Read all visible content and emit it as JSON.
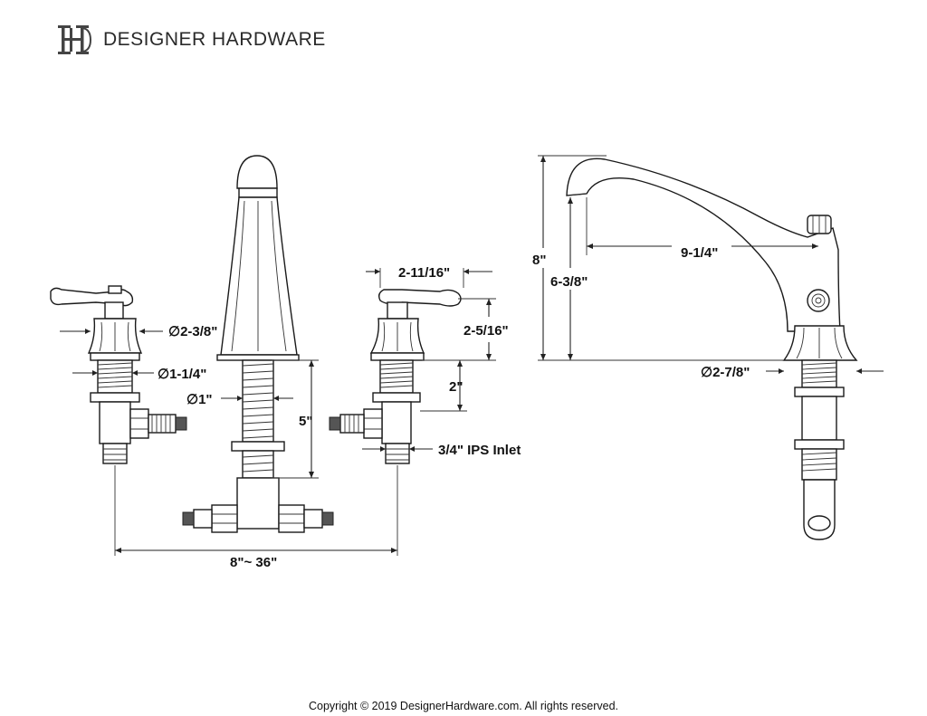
{
  "brand": {
    "name": "DESIGNER HARDWARE",
    "logo_icon": "dh-monogram-logo"
  },
  "dimensions": {
    "handle_diameter": "∅2-3/8\"",
    "shank_diameter": "∅1-1/4\"",
    "spout_shank_diameter": "∅1\"",
    "spout_shank_length": "5\"",
    "handle_width": "2-11/16\"",
    "handle_height": "2-5/16\"",
    "handle_shank_length": "2\"",
    "inlet": "3/4\" IPS Inlet",
    "spread": "8\"~ 36\"",
    "overall_height": "8\"",
    "spout_height": "6-3/8\"",
    "spout_reach": "9-1/4\"",
    "base_diameter": "∅2-7/8\""
  },
  "footer": {
    "copyright": "Copyright © 2019 DesignerHardware.com. All rights reserved."
  }
}
